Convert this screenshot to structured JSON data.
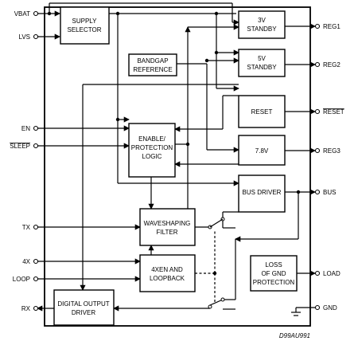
{
  "blocks": {
    "supply_selector": [
      "SUPPLY",
      "SELECTOR"
    ],
    "bandgap_reference": [
      "BANDGAP",
      "REFERENCE"
    ],
    "standby_3v": [
      "3V",
      "STANDBY"
    ],
    "standby_5v": [
      "5V",
      "STANDBY"
    ],
    "reset": [
      "RESET"
    ],
    "enable_protection": [
      "ENABLE/",
      "PROTECTION",
      "LOGIC"
    ],
    "reg_7v8": [
      "7.8V"
    ],
    "bus_driver": [
      "BUS DRIVER"
    ],
    "waveshaping_filter": [
      "WAVESHAPING",
      "FILTER"
    ],
    "loopback": [
      "4XEN AND",
      "LOOPBACK"
    ],
    "loss_of_gnd": [
      "LOSS",
      "OF GND",
      "PROTECTION"
    ],
    "digital_output_driver": [
      "DIGITAL OUTPUT",
      "DRIVER"
    ]
  },
  "pins_left": {
    "vbat": "VBAT",
    "lvs": "LVS",
    "en": "EN",
    "sleep": "SLEEP",
    "tx": "TX",
    "x4": "4X",
    "loop": "LOOP",
    "rx": "RX"
  },
  "pins_right": {
    "reg1": "REG1",
    "reg2": "REG2",
    "reset": "RESET",
    "reg3": "REG3",
    "bus": "BUS",
    "load": "LOAD",
    "gnd": "GND"
  },
  "figure_ref": "D99AU991"
}
